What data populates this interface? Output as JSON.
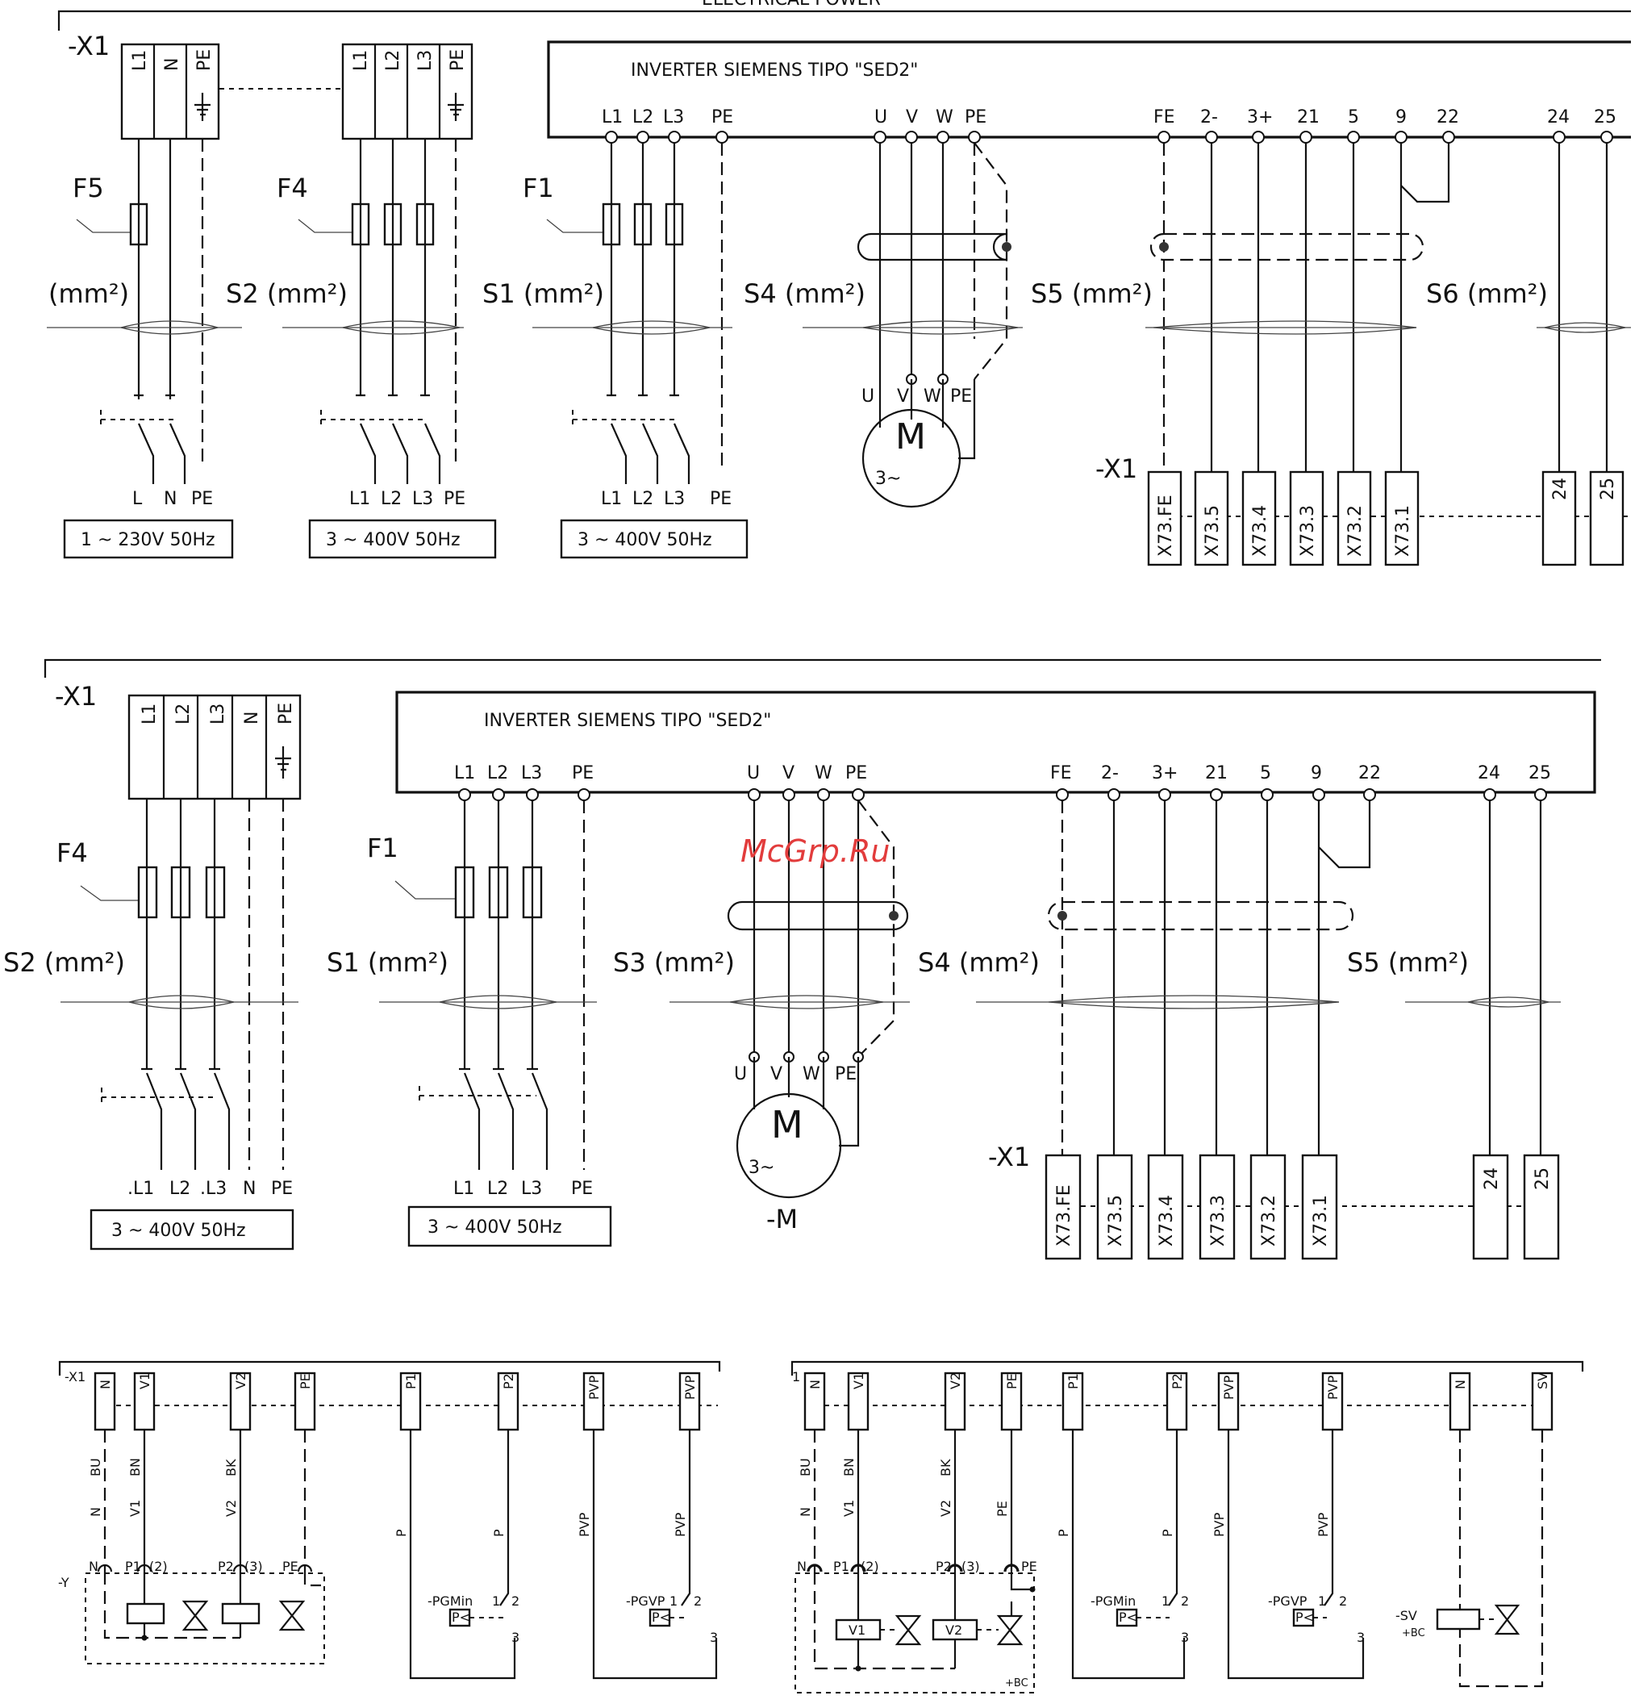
{
  "diagram_top": {
    "heading": "ELECTRICAL POWER",
    "x1_label": "-X1",
    "x1_single_terms": [
      "L1",
      "N",
      "PE"
    ],
    "x1_three_terms": [
      "L1",
      "L2",
      "L3",
      "PE"
    ],
    "fuses": [
      "F5",
      "F4",
      "F1"
    ],
    "sections": [
      "(mm²)",
      "S2 (mm²)",
      "S1 (mm²)",
      "S4 (mm²)",
      "S5 (mm²)",
      "S6 (mm²)"
    ],
    "inverter_title": "INVERTER SIEMENS TIPO \"SED2\"",
    "inverter_terms": [
      "L1",
      "L2",
      "L3",
      "PE",
      "U",
      "V",
      "W",
      "PE",
      "FE",
      "2-",
      "3+",
      "21",
      "5",
      "9",
      "22",
      "24",
      "25"
    ],
    "motor_terms": [
      "U",
      "V",
      "W",
      "PE"
    ],
    "motor_symbol": "M",
    "motor_phase": "3~",
    "switch_labels_1": [
      "L",
      "N",
      "PE"
    ],
    "switch_labels_2": [
      "L1",
      "L2",
      "L3",
      "PE"
    ],
    "switch_labels_3": [
      "L1",
      "L2",
      "L3",
      "PE"
    ],
    "supply_1": "1 ~ 230V 50Hz",
    "supply_2": "3 ~ 400V 50Hz",
    "supply_3": "3 ~ 400V 50Hz",
    "x1_out_label": "-X1",
    "x1_out_terms": [
      "X73.FE",
      "X73.5",
      "X73.4",
      "X73.3",
      "X73.2",
      "X73.1",
      "24",
      "25"
    ]
  },
  "diagram_mid": {
    "x1_label": "-X1",
    "x1_terms": [
      "L1",
      "L2",
      "L3",
      "N",
      "PE"
    ],
    "fuses": [
      "F4",
      "F1"
    ],
    "sections": [
      "S2 (mm²)",
      "S1 (mm²)",
      "S3 (mm²)",
      "S4 (mm²)",
      "S5 (mm²)"
    ],
    "inverter_title": "INVERTER SIEMENS TIPO \"SED2\"",
    "inverter_terms": [
      "L1",
      "L2",
      "L3",
      "PE",
      "U",
      "V",
      "W",
      "PE",
      "FE",
      "2-",
      "3+",
      "21",
      "5",
      "9",
      "22",
      "24",
      "25"
    ],
    "motor_terms": [
      "U",
      "V",
      "W",
      "PE"
    ],
    "motor_symbol": "M",
    "motor_phase": "3~",
    "motor_ref": "-M",
    "switch_labels_1": [
      ".L1",
      "L2",
      ".L3",
      "N",
      "PE"
    ],
    "switch_labels_2": [
      "L1",
      "L2",
      "L3",
      "PE"
    ],
    "supply_1": "3 ~ 400V 50Hz",
    "supply_2": "3 ~ 400V 50Hz",
    "x1_out_label": "-X1",
    "x1_out_terms": [
      "X73.FE",
      "X73.5",
      "X73.4",
      "X73.3",
      "X73.2",
      "X73.1",
      "24",
      "25"
    ]
  },
  "diagram_bl": {
    "x1_label": "-X1",
    "terms": [
      "N",
      "V1",
      "V2",
      "PE",
      "P1",
      "P2",
      "PVP",
      "PVP"
    ],
    "wire_colors": [
      "BU",
      "BN",
      "BK"
    ],
    "wire_refs": [
      "N",
      "V1",
      "V2",
      "P",
      "P",
      "PVP",
      "PVP"
    ],
    "y_label": "-Y",
    "plug_labels": [
      "N",
      "P1",
      "(2)",
      "P2",
      "(3)",
      "PE"
    ],
    "pgmin": "-PGMin",
    "pgvp": "-PGVP",
    "sensor": "P<",
    "contacts": [
      "1",
      "2",
      "3"
    ]
  },
  "diagram_br": {
    "x1_label": "1",
    "terms": [
      "N",
      "V1",
      "V2",
      "PE",
      "P1",
      "P2",
      "PVP",
      "PVP",
      "N",
      "SV"
    ],
    "wire_colors": [
      "BU",
      "BN",
      "BK"
    ],
    "wire_refs": [
      "N",
      "V1",
      "V2",
      "PE",
      "P",
      "P",
      "PVP",
      "PVP"
    ],
    "plug_labels": [
      "N",
      "P1",
      "(2)",
      "P2",
      "(3)",
      "PE"
    ],
    "valves": [
      "V1",
      "V2"
    ],
    "bc": "+BC",
    "pgmin": "-PGMin",
    "pgvp": "-PGVP",
    "sv": "-SV",
    "sensor": "P<",
    "contacts": [
      "1",
      "2",
      "3"
    ]
  },
  "watermark": "McGrp.Ru"
}
